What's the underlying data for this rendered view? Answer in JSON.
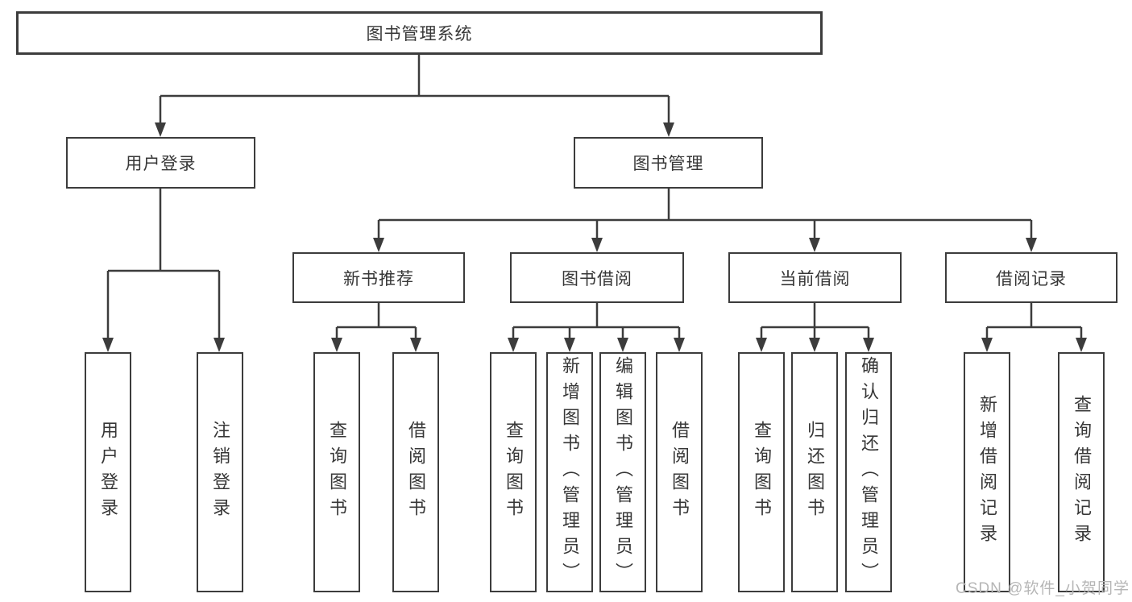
{
  "tree": {
    "root_label": "图书管理系统",
    "branches": [
      {
        "label": "用户登录",
        "children": [
          "用户登录",
          "注销登录"
        ]
      },
      {
        "label": "图书管理",
        "groups": [
          {
            "label": "新书推荐",
            "children": [
              "查询图书",
              "借阅图书"
            ]
          },
          {
            "label": "图书借阅",
            "children": [
              "查询图书",
              "新增图书（管理员）",
              "编辑图书（管理员）",
              "借阅图书"
            ]
          },
          {
            "label": "当前借阅",
            "children": [
              "查询图书",
              "归还图书",
              "确认归还（管理员）"
            ]
          },
          {
            "label": "借阅记录",
            "children": [
              "新增借阅记录",
              "查询借阅记录"
            ]
          }
        ]
      }
    ]
  },
  "watermark": "CSDN @软件_小贺同学",
  "colors": {
    "line": "#3c3c3c",
    "text": "#373737",
    "watermark": "#b6b6b6",
    "background": "#ffffff"
  }
}
